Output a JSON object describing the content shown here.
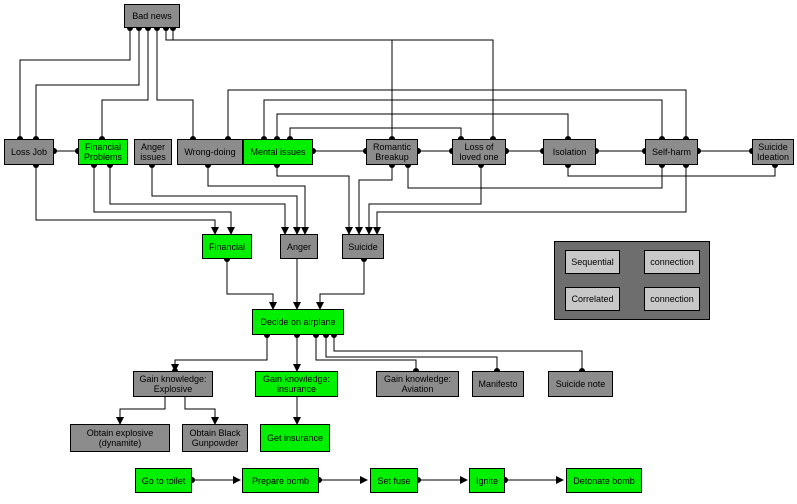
{
  "nodes": {
    "bad_news": {
      "label": "Bad news",
      "fill": "gray"
    },
    "loss_job": {
      "label": "Loss Job",
      "fill": "gray"
    },
    "financial_problems": {
      "label": "Financial Problems",
      "fill": "green"
    },
    "anger_issues": {
      "label": "Anger issues",
      "fill": "gray"
    },
    "wrong_doing": {
      "label": "Wrong-doing",
      "fill": "gray"
    },
    "mental_issues": {
      "label": "Mental issues",
      "fill": "green"
    },
    "romantic_breakup": {
      "label": "Romantic Breakup",
      "fill": "gray"
    },
    "loss_of_loved_one": {
      "label": "Loss of loved one",
      "fill": "gray"
    },
    "isolation": {
      "label": "Isolation",
      "fill": "gray"
    },
    "self_harm": {
      "label": "Self-harm",
      "fill": "gray"
    },
    "suicide_ideation": {
      "label": "Suicide Ideation",
      "fill": "gray"
    },
    "financial": {
      "label": "Financial",
      "fill": "green"
    },
    "anger": {
      "label": "Anger",
      "fill": "gray"
    },
    "suicide": {
      "label": "Suicide",
      "fill": "gray"
    },
    "decide_on_airplane": {
      "label": "Decide on airplane",
      "fill": "green"
    },
    "gk_explosive": {
      "label": "Gain knowledge: Explosive",
      "fill": "gray"
    },
    "gk_insurance": {
      "label": "Gain knowledge: insurance",
      "fill": "green"
    },
    "gk_aviation": {
      "label": "Gain knowledge: Aviation",
      "fill": "gray"
    },
    "manifesto": {
      "label": "Manifesto",
      "fill": "gray"
    },
    "suicide_note": {
      "label": "Suicide note",
      "fill": "gray"
    },
    "obtain_dynamite": {
      "label": "Obtain explosive (dynamite)",
      "fill": "gray"
    },
    "obtain_gunpowder": {
      "label": "Obtain Black Gunpowder",
      "fill": "gray"
    },
    "get_insurance": {
      "label": "Get insurance",
      "fill": "green"
    },
    "go_to_toilet": {
      "label": "Go to toilet",
      "fill": "green"
    },
    "prepare_bomb": {
      "label": "Prepare bomb",
      "fill": "green"
    },
    "set_fuse": {
      "label": "Set fuse",
      "fill": "green"
    },
    "ignite": {
      "label": "Ignite",
      "fill": "green"
    },
    "detonate_bomb": {
      "label": "Detonate bomb",
      "fill": "green"
    }
  },
  "legend": {
    "sequential": "Sequential",
    "correlated": "Correlated",
    "connection_1": "connection",
    "connection_2": "connection"
  },
  "colors": {
    "gray_fill": "#8c8c8c",
    "green_fill": "#00f000",
    "legend_panel": "#6e6e6e",
    "legend_box": "#c8c8c8",
    "line": "#000000"
  }
}
